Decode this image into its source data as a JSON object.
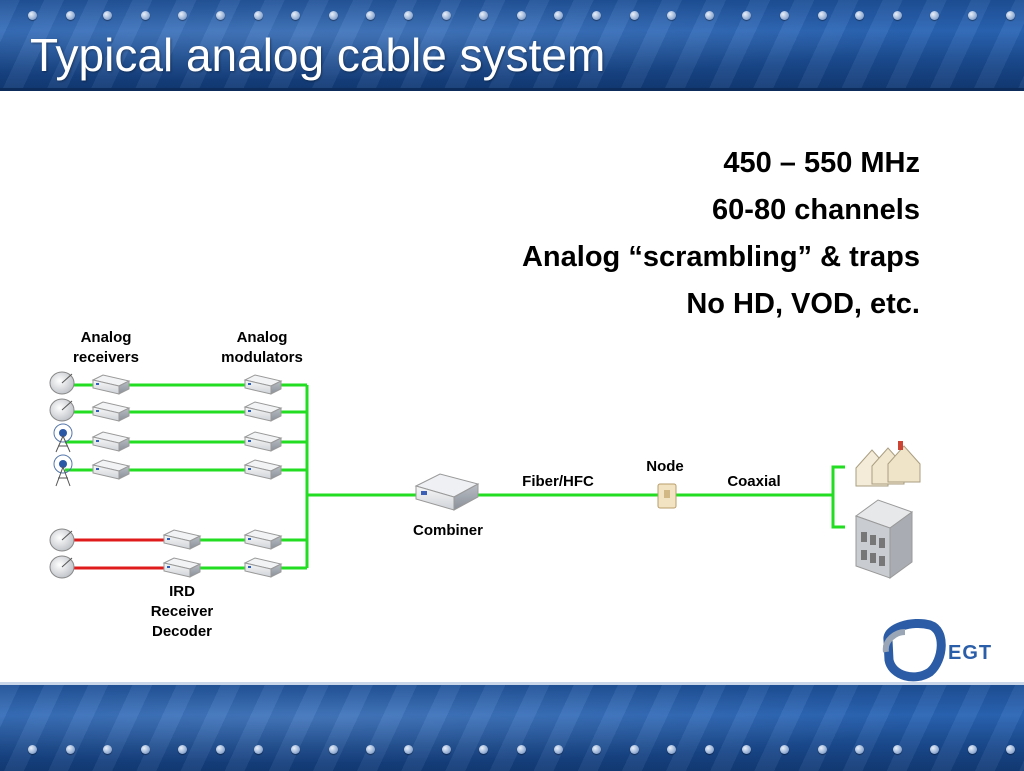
{
  "slide": {
    "title": "Typical analog cable system",
    "bullets": [
      "450 – 550 MHz",
      "60-80 channels",
      "Analog “scrambling” & traps",
      "No HD, VOD, etc."
    ]
  },
  "diagram": {
    "labels": {
      "analog_receivers": [
        "Analog",
        "receivers"
      ],
      "analog_modulators": [
        "Analog",
        "modulators"
      ],
      "ird": [
        "IRD",
        "Receiver",
        "Decoder"
      ],
      "combiner": "Combiner",
      "fiber_hfc": "Fiber/HFC",
      "node": "Node",
      "coaxial": "Coaxial"
    },
    "colors": {
      "green_link": "#22dd22",
      "red_link": "#e01b1b"
    }
  },
  "logo": {
    "text": "EGT"
  }
}
